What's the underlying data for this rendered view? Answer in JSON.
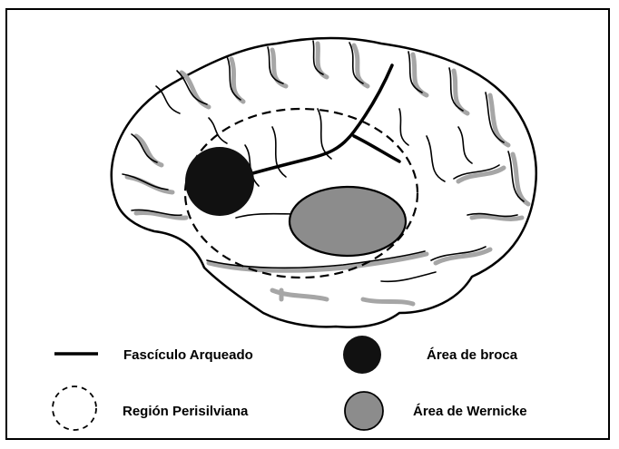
{
  "legend": {
    "arcuate": "Fascículo Arqueado",
    "broca": "Área de broca",
    "perisylvian": "Región Perisilviana",
    "wernicke": "Área de Wernicke"
  },
  "colors": {
    "broca": "#111111",
    "wernicke": "#8c8c8c",
    "sulci_shadow": "#a6a6a6",
    "outline": "#000000"
  }
}
